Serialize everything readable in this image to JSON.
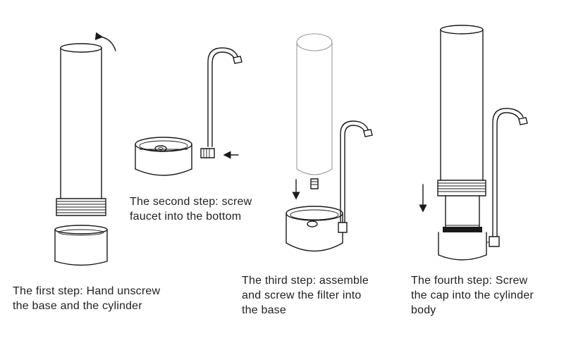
{
  "steps": [
    {
      "lines": [
        "The first step: Hand unscrew",
        "the base and the cylinder"
      ]
    },
    {
      "lines": [
        "The second step: screw",
        "faucet into the bottom"
      ]
    },
    {
      "lines": [
        "The third step: assemble",
        "and screw the filter into",
        "the base"
      ]
    },
    {
      "lines": [
        "The fourth step: Screw",
        "the cap into the cylinder",
        "body"
      ]
    }
  ],
  "colors": {
    "line": "#1a1a1a",
    "text": "#222222",
    "ghost": "#9a9a9a"
  }
}
